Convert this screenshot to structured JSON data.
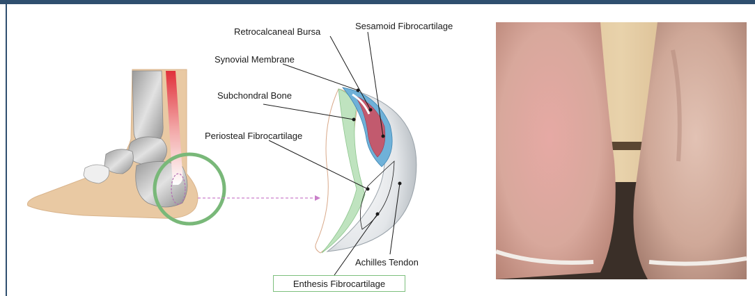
{
  "labels": {
    "retrocalcaneal_bursa": "Retrocalcaneal Bursa",
    "sesamoid_fibrocartilage": "Sesamoid Fibrocartilage",
    "synovial_membrane": "Synovial Membrane",
    "subchondral_bone": "Subchondral Bone",
    "periosteal_fibrocartilage": "Periosteal Fibrocartilage",
    "achilles_tendon": "Achilles Tendon",
    "enthesis_fibrocartilage": "Enthesis Fibrocartilage"
  },
  "colors": {
    "frame": "#2f4f6f",
    "skin": "#e9c9a3",
    "bone": "#bcbcbc",
    "tendon_red": "#e0303a",
    "highlight_circle": "#79b879",
    "arrow": "#c97fc9",
    "bursa_blue": "#6fb1d8",
    "sesamoid_red": "#c25a6e",
    "periosteal_green": "#bfe3bf",
    "tendon_grey": "#cfd4d8"
  }
}
